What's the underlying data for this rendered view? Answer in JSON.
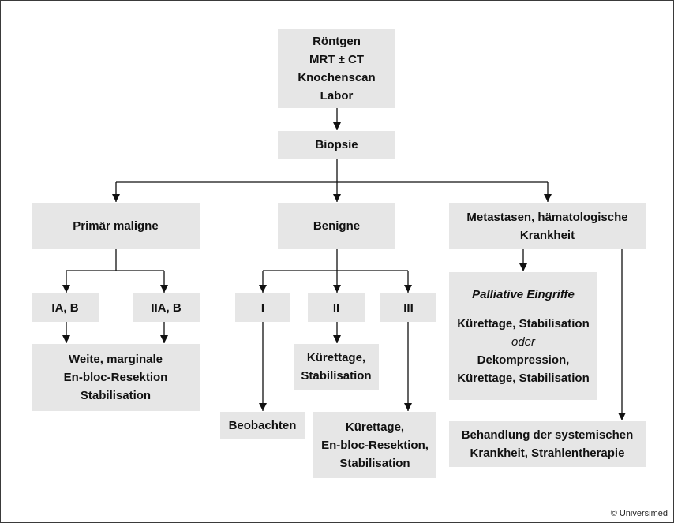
{
  "diagram": {
    "n1": [
      "Röntgen",
      "MRT ± CT",
      "Knochenscan",
      "Labor"
    ],
    "n2": "Biopsie",
    "n3a": "Primär maligne",
    "n3b": "Benigne",
    "n3c": [
      "Metastasen, hämatologische",
      "Krankheit"
    ],
    "n4a": "IA, B",
    "n4b": "IIA, B",
    "n4c": "I",
    "n4d": "II",
    "n4e": "III",
    "n5a": [
      "Weite, marginale",
      "En-bloc-Resektion",
      "Stabilisation"
    ],
    "n5b": [
      "Kürettage,",
      "Stabilisation"
    ],
    "n5c": "Beobachten",
    "n5d": [
      "Kürettage,",
      "En-bloc-Resektion,",
      "Stabilisation"
    ],
    "pal_title": "Palliative Eingriffe",
    "pal_l1": "Kürettage, Stabilisation",
    "pal_or": "oder",
    "pal_l2": "Dekompression,",
    "pal_l3": "Kürettage, Stabilisation",
    "n6": [
      "Behandlung der systemischen",
      "Krankheit, Strahlentherapie"
    ]
  },
  "copyright": "© Universimed"
}
